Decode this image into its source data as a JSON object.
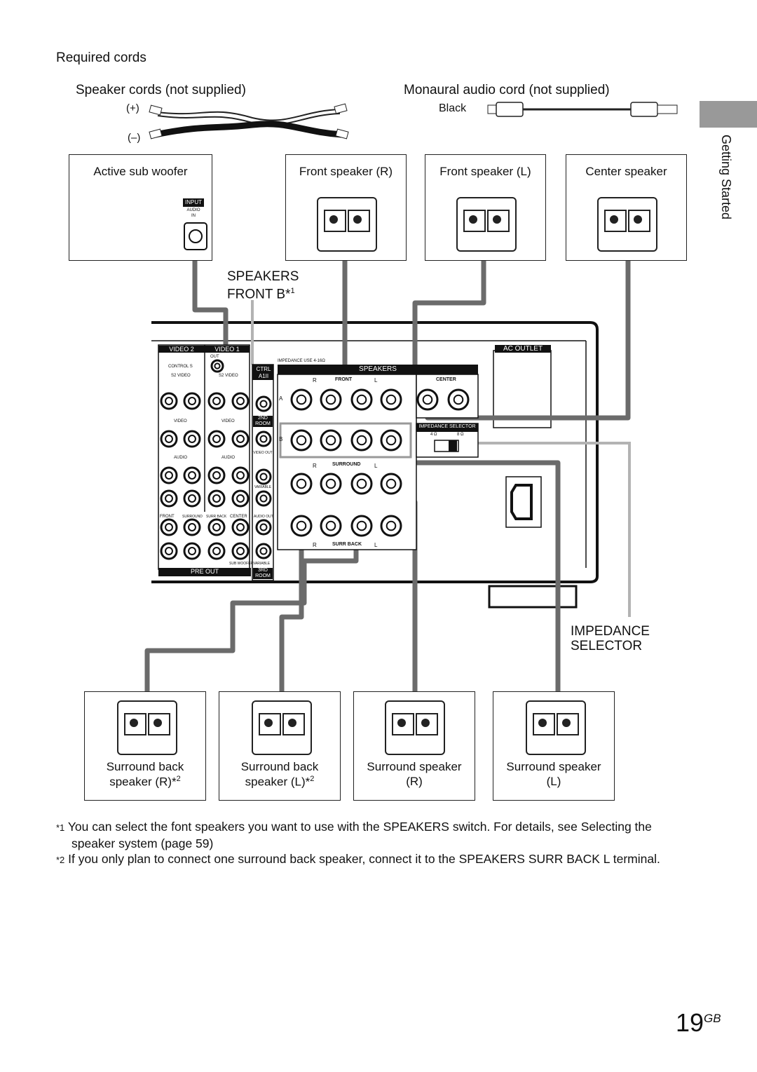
{
  "required_cords": "Required cords",
  "speaker_cords": "Speaker cords (not supplied)",
  "plus_label": "(+)",
  "minus_label": "(–)",
  "mono_cord": "Monaural audio cord (not supplied)",
  "black_label": "Black",
  "section_tab": "Getting Started",
  "boxes": {
    "sub_woofer": "Active sub woofer",
    "front_r": "Front speaker (R)",
    "front_l": "Front speaker (L)",
    "center": "Center speaker",
    "surr_back_r_1": "Surround back",
    "surr_back_r_2": "speaker (R)*",
    "surr_back_l_1": "Surround back",
    "surr_back_l_2": "speaker (L)*",
    "surr_r_1": "Surround speaker",
    "surr_r_2": "(R)",
    "surr_l_1": "Surround speaker",
    "surr_l_2": "(L)",
    "note2_mark": "2"
  },
  "sub_input": {
    "input": "INPUT",
    "audio": "AUDIO",
    "in": "IN"
  },
  "callouts": {
    "speakers": "SPEAKERS",
    "front_b": "FRONT B*",
    "front_b_sup": "1",
    "impedance": "IMPEDANCE",
    "selector": "SELECTOR"
  },
  "panel": {
    "video2": "VIDEO 2",
    "video1": "VIDEO 1",
    "out": "OUT",
    "control_s": "CONTROL S",
    "s2_video": "S2 VIDEO",
    "in": "IN",
    "ctrl": "CTRL",
    "a1": "A1II",
    "video": "VIDEO",
    "audio": "AUDIO",
    "room2": "2ND ROOM",
    "video_out": "VIDEO OUT",
    "audio_out": "AUDIO OUT",
    "variable": "VARIABLE",
    "front": "FRONT",
    "surround": "SURROUND",
    "surr_back": "SURR BACK",
    "center": "CENTER",
    "sub_woofer": "SUB WOOFER",
    "pre_out": "PRE OUT",
    "room3": "3RD ROOM",
    "impedance_use": "IMPEDANCE USE 4-16Ω",
    "speakers": "SPEAKERS",
    "r": "R",
    "l": "L",
    "a": "A",
    "b": "B",
    "imp_sel": "IMPEDANCE SELECTOR",
    "ohm4": "4 Ω",
    "ohm8": "8 Ω",
    "ac_outlet": "AC OUTLET"
  },
  "footnotes": {
    "n1_mark": "*1",
    "n1_text_a": "You can select the font speakers you want to use with the SPEAKERS switch. For details, see",
    "n1_text_b": "Selecting the",
    "n1_text_c": "speaker system",
    "n1_text_d": "(page 59)",
    "n2_mark": "*2",
    "n2_text": "If you only plan to connect one surround back speaker, connect it to the SPEAKERS SURR BACK L terminal."
  },
  "page_number": "19",
  "page_suffix": "GB"
}
